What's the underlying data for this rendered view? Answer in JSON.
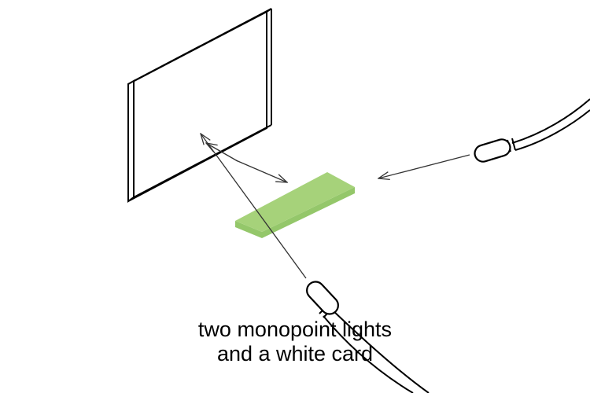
{
  "caption": {
    "line1": "two monopoint lights",
    "line2": "and a white card"
  },
  "colors": {
    "card_top": "#a6d27a",
    "card_side": "#94c76a",
    "stroke": "#000000",
    "arrow": "#333333",
    "background": "#ffffff"
  },
  "objects": [
    "white-card-panel",
    "green-sample-plate",
    "right-monopoint-light",
    "bottom-monopoint-light"
  ]
}
